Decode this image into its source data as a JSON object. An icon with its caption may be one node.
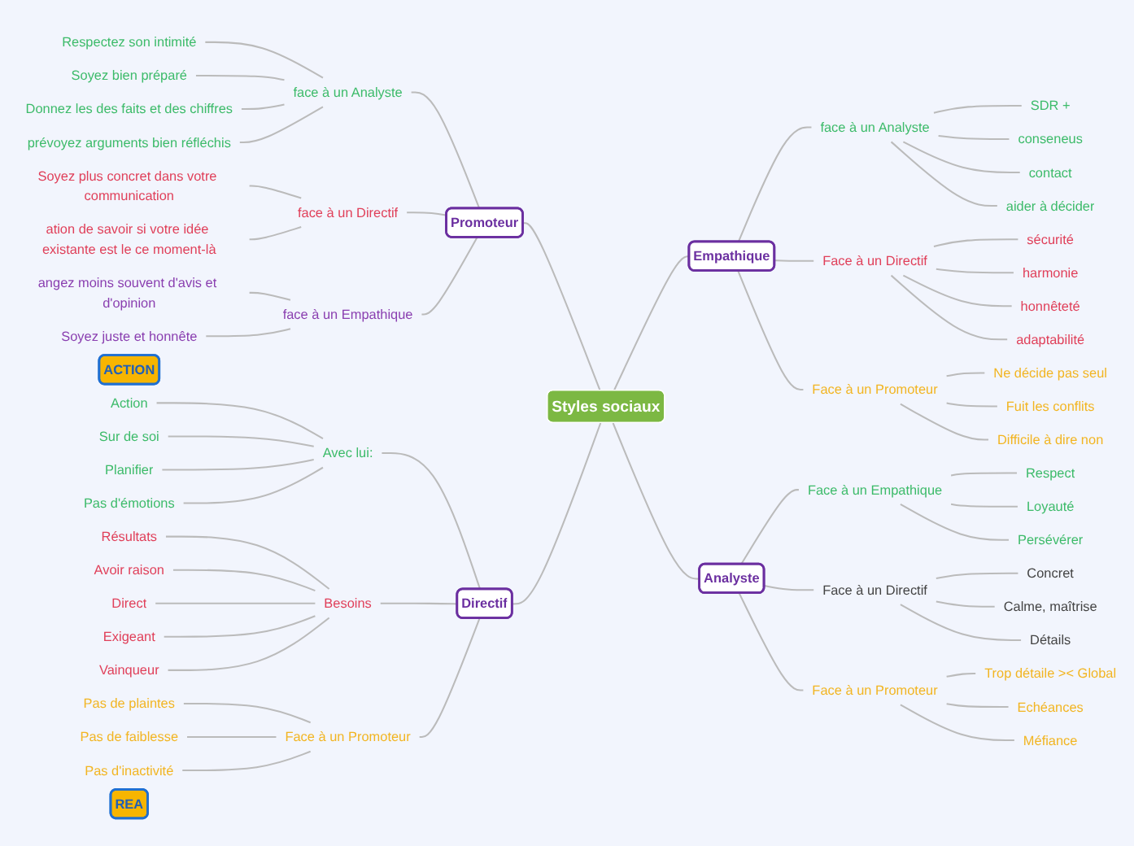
{
  "diagram": {
    "nodes": [
      {
        "text": [
          "Styles sociaux"
        ]
      },
      {
        "text": [
          "Promoteur"
        ]
      },
      {
        "text": [
          "face à un Analyste"
        ]
      },
      {
        "text": [
          "Respectez son intimité"
        ]
      },
      {
        "text": [
          "Soyez bien préparé"
        ]
      },
      {
        "text": [
          "Donnez les des faits et des chiffres"
        ]
      },
      {
        "text": [
          "prévoyez arguments bien réfléchis"
        ]
      },
      {
        "text": [
          "face à un Directif"
        ]
      },
      {
        "text": [
          "Soyez plus concret dans votre communication"
        ]
      },
      {
        "text": [
          "ation de savoir si votre idée existante est le ce moment-là"
        ]
      },
      {
        "text": [
          "face à un Empathique"
        ]
      },
      {
        "text": [
          "angez moins souvent d'avis et d'opinion"
        ]
      },
      {
        "text": [
          "Soyez juste et honnête"
        ]
      },
      {
        "text": [
          "ACTION"
        ]
      },
      {
        "text": [
          "Directif"
        ]
      },
      {
        "text": [
          "Avec lui:"
        ]
      },
      {
        "text": [
          "Action"
        ]
      },
      {
        "text": [
          "Sur de soi"
        ]
      },
      {
        "text": [
          "Planifier"
        ]
      },
      {
        "text": [
          "Pas d'émotions"
        ]
      },
      {
        "text": [
          "Besoins"
        ]
      },
      {
        "text": [
          "Résultats"
        ]
      },
      {
        "text": [
          "Avoir raison"
        ]
      },
      {
        "text": [
          "Direct"
        ]
      },
      {
        "text": [
          "Exigeant"
        ]
      },
      {
        "text": [
          "Vainqueur"
        ]
      },
      {
        "text": [
          "Face à un Promoteur"
        ]
      },
      {
        "text": [
          "Pas de plaintes"
        ]
      },
      {
        "text": [
          "Pas de faiblesse"
        ]
      },
      {
        "text": [
          "Pas d'inactivité"
        ]
      },
      {
        "text": [
          "Empathique"
        ]
      },
      {
        "text": [
          "face à un Analyste"
        ]
      },
      {
        "text": [
          "SDR +"
        ]
      },
      {
        "text": [
          "conseneus"
        ]
      },
      {
        "text": [
          "contact"
        ]
      },
      {
        "text": [
          "aider à décider"
        ]
      },
      {
        "text": [
          "Face à un Directif"
        ]
      },
      {
        "text": [
          "sécurité"
        ]
      },
      {
        "text": [
          "harmonie"
        ]
      },
      {
        "text": [
          "honnêteté"
        ]
      },
      {
        "text": [
          "adaptabilité"
        ]
      },
      {
        "text": [
          "Face à un Promoteur"
        ]
      },
      {
        "text": [
          "Ne décide pas seul"
        ]
      },
      {
        "text": [
          "Fuit les conflits"
        ]
      },
      {
        "text": [
          "Difficile à dire non"
        ]
      },
      {
        "text": [
          "REA"
        ]
      },
      {
        "text": [
          "Analyste"
        ]
      },
      {
        "text": [
          "Face à un Empathique"
        ]
      },
      {
        "text": [
          "Respect"
        ]
      },
      {
        "text": [
          "Loyauté"
        ]
      },
      {
        "text": [
          "Persévérer"
        ]
      },
      {
        "text": [
          "Face à un Directif"
        ]
      },
      {
        "text": [
          "Concret"
        ]
      },
      {
        "text": [
          "Calme, maîtrise"
        ]
      },
      {
        "text": [
          "Détails"
        ]
      },
      {
        "text": [
          "Face à un Promoteur"
        ]
      },
      {
        "text": [
          "Trop détaile >< Global"
        ]
      },
      {
        "text": [
          "Echéances"
        ]
      },
      {
        "text": [
          "Méfiance"
        ]
      }
    ],
    "edges": [
      {
        "from": 0,
        "to": 1,
        "arrow": "none"
      },
      {
        "from": 1,
        "to": 2,
        "arrow": "none"
      },
      {
        "from": 2,
        "to": 3,
        "arrow": "none"
      },
      {
        "from": 2,
        "to": 4,
        "arrow": "none"
      },
      {
        "from": 2,
        "to": 5,
        "arrow": "none"
      },
      {
        "from": 2,
        "to": 6,
        "arrow": "none"
      },
      {
        "from": 1,
        "to": 7,
        "arrow": "none"
      },
      {
        "from": 7,
        "to": 8,
        "arrow": "none"
      },
      {
        "from": 7,
        "to": 9,
        "arrow": "none"
      },
      {
        "from": 1,
        "to": 10,
        "arrow": "none"
      },
      {
        "from": 10,
        "to": 11,
        "arrow": "none"
      },
      {
        "from": 10,
        "to": 12,
        "arrow": "none"
      },
      {
        "from": 0,
        "to": 14,
        "arrow": "none"
      },
      {
        "from": 14,
        "to": 15,
        "arrow": "none"
      },
      {
        "from": 15,
        "to": 16,
        "arrow": "none"
      },
      {
        "from": 15,
        "to": 17,
        "arrow": "none"
      },
      {
        "from": 15,
        "to": 18,
        "arrow": "none"
      },
      {
        "from": 15,
        "to": 19,
        "arrow": "none"
      },
      {
        "from": 14,
        "to": 20,
        "arrow": "none"
      },
      {
        "from": 20,
        "to": 21,
        "arrow": "none"
      },
      {
        "from": 20,
        "to": 22,
        "arrow": "none"
      },
      {
        "from": 20,
        "to": 23,
        "arrow": "none"
      },
      {
        "from": 20,
        "to": 24,
        "arrow": "none"
      },
      {
        "from": 20,
        "to": 25,
        "arrow": "none"
      },
      {
        "from": 14,
        "to": 26,
        "arrow": "none"
      },
      {
        "from": 26,
        "to": 27,
        "arrow": "none"
      },
      {
        "from": 26,
        "to": 28,
        "arrow": "none"
      },
      {
        "from": 26,
        "to": 29,
        "arrow": "none"
      },
      {
        "from": 0,
        "to": 30,
        "arrow": "none"
      },
      {
        "from": 30,
        "to": 31,
        "arrow": "none"
      },
      {
        "from": 31,
        "to": 32,
        "arrow": "none"
      },
      {
        "from": 31,
        "to": 33,
        "arrow": "none"
      },
      {
        "from": 31,
        "to": 34,
        "arrow": "none"
      },
      {
        "from": 31,
        "to": 35,
        "arrow": "none"
      },
      {
        "from": 30,
        "to": 36,
        "arrow": "none"
      },
      {
        "from": 36,
        "to": 37,
        "arrow": "none"
      },
      {
        "from": 36,
        "to": 38,
        "arrow": "none"
      },
      {
        "from": 36,
        "to": 39,
        "arrow": "none"
      },
      {
        "from": 36,
        "to": 40,
        "arrow": "none"
      },
      {
        "from": 30,
        "to": 41,
        "arrow": "none"
      },
      {
        "from": 41,
        "to": 42,
        "arrow": "none"
      },
      {
        "from": 41,
        "to": 43,
        "arrow": "none"
      },
      {
        "from": 41,
        "to": 44,
        "arrow": "none"
      },
      {
        "from": 0,
        "to": 46,
        "arrow": "none"
      },
      {
        "from": 46,
        "to": 47,
        "arrow": "none"
      },
      {
        "from": 47,
        "to": 48,
        "arrow": "none"
      },
      {
        "from": 47,
        "to": 49,
        "arrow": "none"
      },
      {
        "from": 47,
        "to": 50,
        "arrow": "none"
      },
      {
        "from": 46,
        "to": 51,
        "arrow": "none"
      },
      {
        "from": 51,
        "to": 52,
        "arrow": "none"
      },
      {
        "from": 51,
        "to": 53,
        "arrow": "none"
      },
      {
        "from": 51,
        "to": 54,
        "arrow": "none"
      },
      {
        "from": 46,
        "to": 55,
        "arrow": "none"
      },
      {
        "from": 55,
        "to": 56,
        "arrow": "none"
      },
      {
        "from": 55,
        "to": 57,
        "arrow": "none"
      },
      {
        "from": 55,
        "to": 58,
        "arrow": "none"
      }
    ]
  }
}
